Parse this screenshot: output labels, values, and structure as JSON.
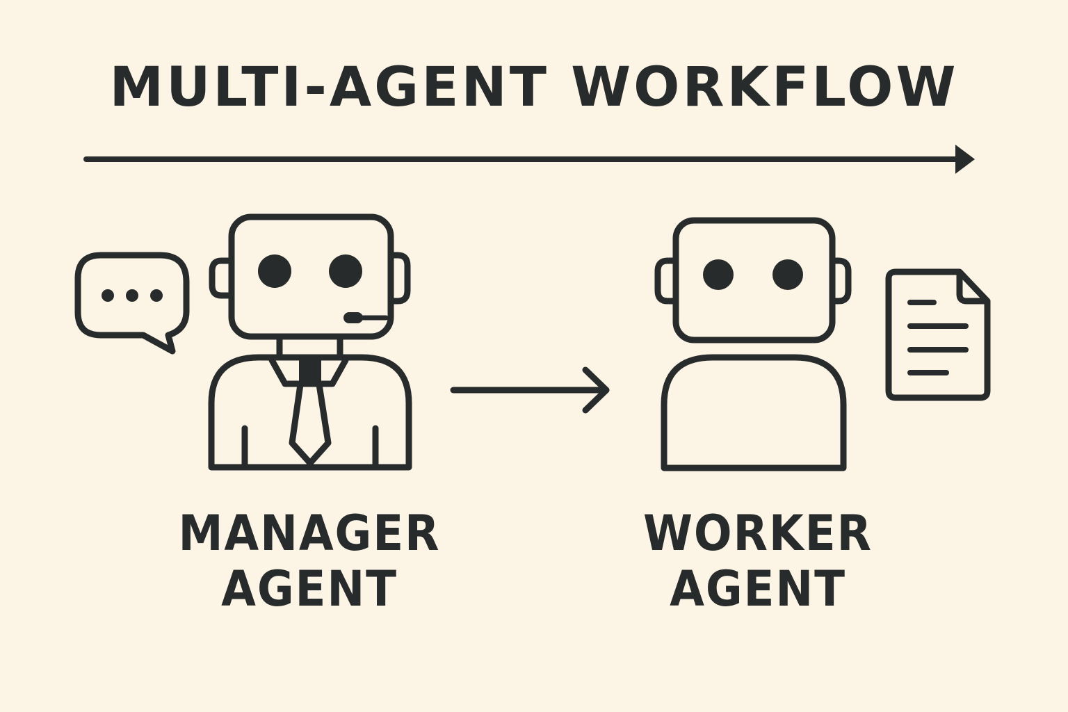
{
  "title": "MULTI-AGENT WORKFLOW",
  "colors": {
    "background": "#fcf5e6",
    "ink": "#282b2b"
  },
  "agents": [
    {
      "id": "manager",
      "label_line1": "MANAGER",
      "label_line2": "AGENT",
      "icon": "robot-manager-icon",
      "accessory_icon": "speech-bubble-icon",
      "features": [
        "headset",
        "tie",
        "collar"
      ]
    },
    {
      "id": "worker",
      "label_line1": "WORKER",
      "label_line2": "AGENT",
      "icon": "robot-worker-icon",
      "accessory_icon": "document-icon"
    }
  ],
  "connections": [
    {
      "from": "manager",
      "to": "worker",
      "type": "arrow"
    }
  ],
  "timeline_arrow": {
    "direction": "right"
  }
}
